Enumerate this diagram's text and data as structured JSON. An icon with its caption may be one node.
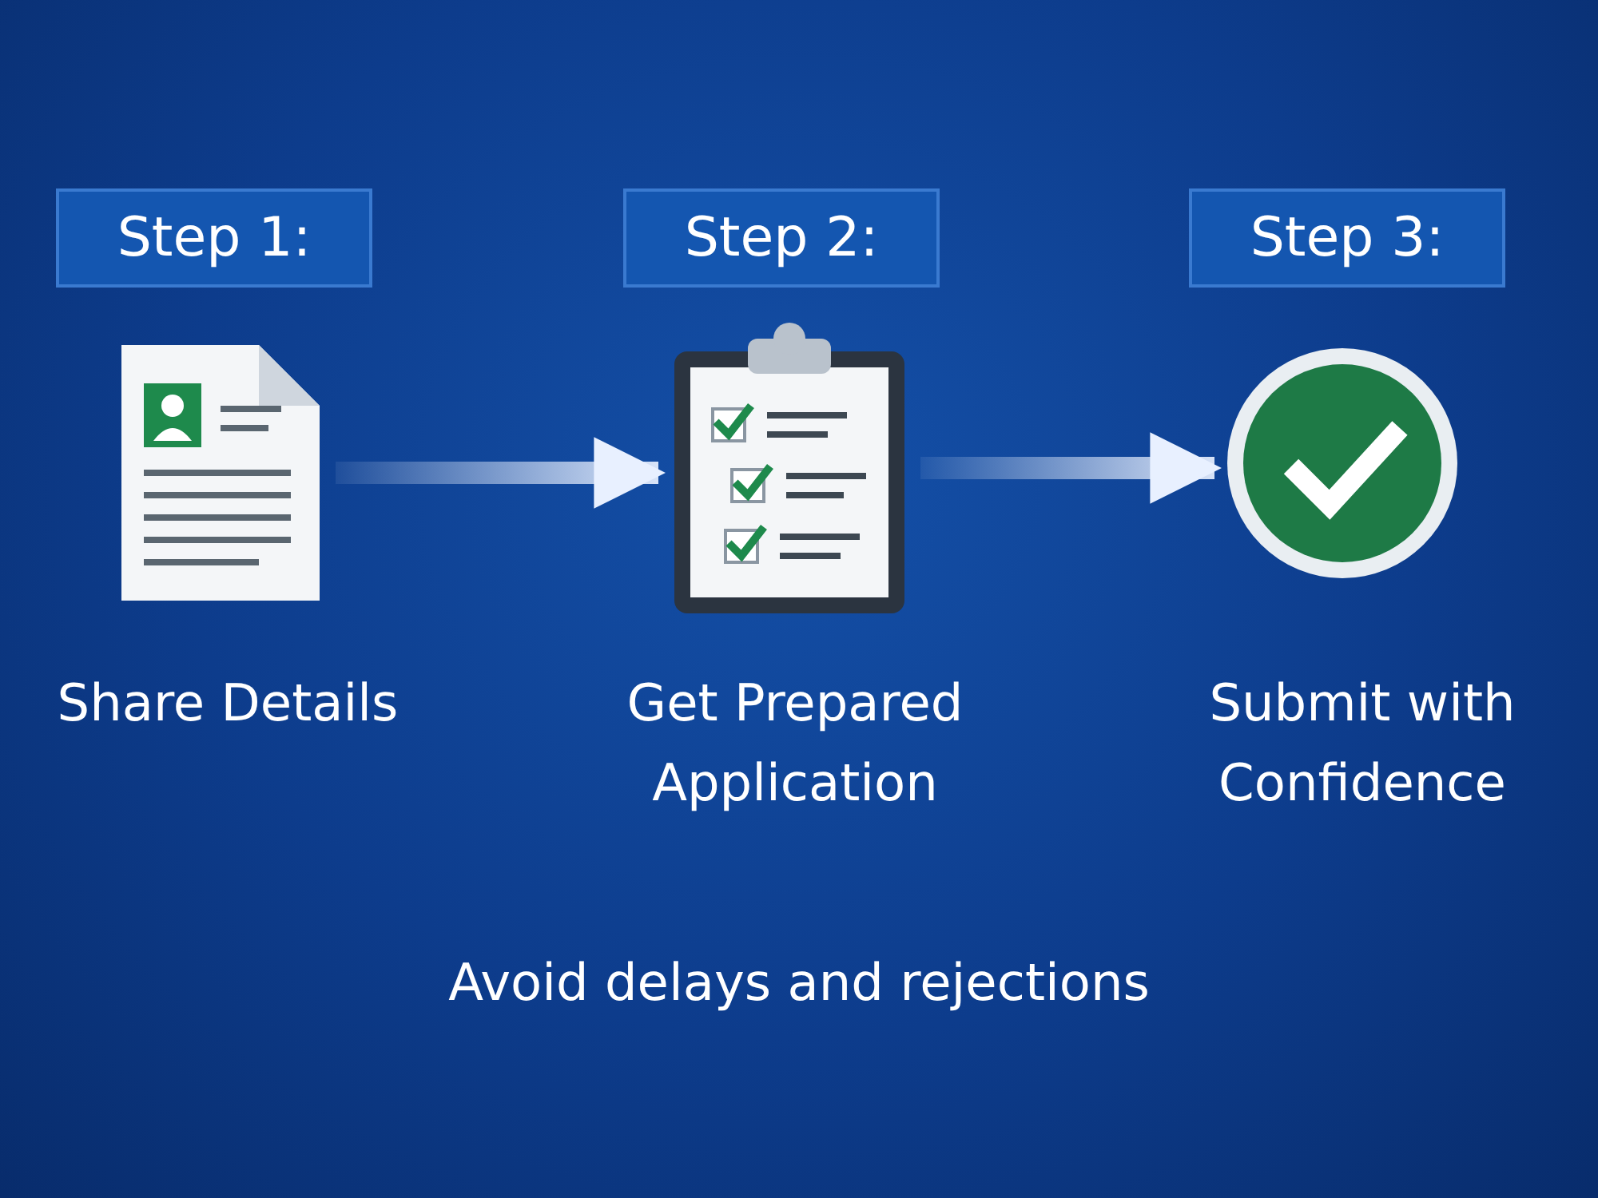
{
  "diagram": {
    "nodes": [
      {
        "text": [
          "Step 1:"
        ]
      },
      {
        "text": [
          "Step 2:"
        ]
      },
      {
        "text": [
          "Step 3:"
        ]
      },
      {
        "text": [],
        "shape": "picture",
        "beside": [
          "Share Details"
        ]
      },
      {
        "text": [],
        "shape": "picture",
        "beside": [
          "Get Prepared Application"
        ]
      },
      {
        "text": [],
        "shape": "picture",
        "beside": [
          "Submit with Confidence"
        ]
      }
    ],
    "edges": [
      {
        "from": 3,
        "to": 4,
        "arrow": "to"
      },
      {
        "from": 4,
        "to": 5,
        "arrow": "to"
      }
    ],
    "labels": [
      "Avoid delays and rejections"
    ]
  }
}
